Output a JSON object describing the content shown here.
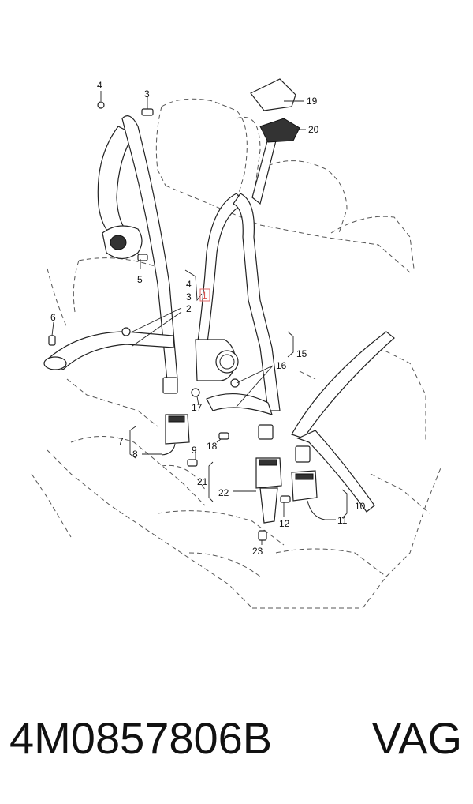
{
  "diagram": {
    "callouts": {
      "c1": "1",
      "c2": "2",
      "c3a": "3",
      "c3b": "3",
      "c4a": "4",
      "c4b": "4",
      "c5": "5",
      "c6": "6",
      "c7": "7",
      "c8": "8",
      "c9": "9",
      "c10": "10",
      "c11": "11",
      "c12": "12",
      "c15": "15",
      "c16": "16",
      "c17": "17",
      "c18": "18",
      "c19": "19",
      "c20": "20",
      "c21": "21",
      "c22": "22",
      "c23": "23"
    },
    "highlight_color": "#e06666"
  },
  "footer": {
    "part_number": "4M0857806B",
    "brand": "VAG"
  }
}
